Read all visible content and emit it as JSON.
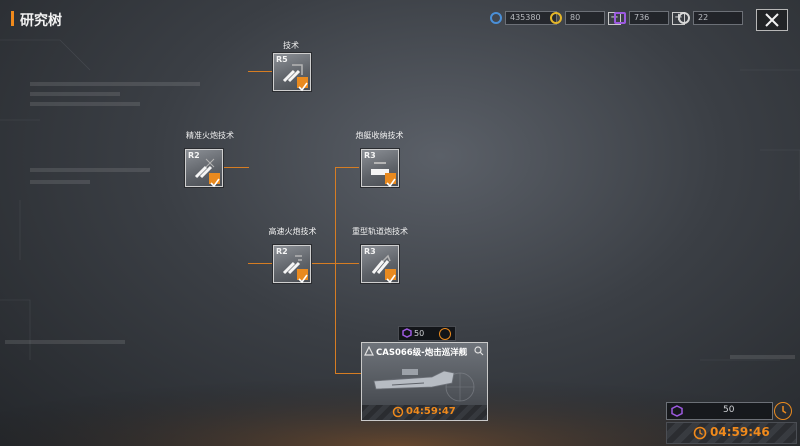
{
  "header": {
    "title": "研究树"
  },
  "resources": [
    {
      "name": "credits",
      "value": "435380",
      "icon": "refresh-coin-icon",
      "color": "#4a8fd8"
    },
    {
      "name": "gold",
      "value": "80",
      "icon": "triangle-coin-icon",
      "color": "#e5b62a"
    },
    {
      "name": "tech-chips",
      "value": "736",
      "icon": "hex-chip-icon",
      "color": "#9d5ae0"
    },
    {
      "name": "rounds",
      "value": "22",
      "icon": "bullet-icon",
      "color": "#d8d8d8"
    }
  ],
  "tree": {
    "nodes": [
      {
        "id": "top",
        "rank": "R5",
        "label": "技术",
        "completed": true
      },
      {
        "id": "precision",
        "rank": "R2",
        "label": "精准火炮技术",
        "completed": true
      },
      {
        "id": "turret",
        "rank": "R3",
        "label": "炮艇收纳技术",
        "completed": true
      },
      {
        "id": "speed",
        "rank": "R2",
        "label": "高速火炮技术",
        "completed": true
      },
      {
        "id": "railgun",
        "rank": "R3",
        "label": "重型轨道炮技术",
        "completed": true
      }
    ],
    "research_card": {
      "cost": "50",
      "name": "CAS066级-炮击巡洋舰",
      "timer": "04:59:47"
    }
  },
  "footer": {
    "cost": "50",
    "timer": "04:59:46"
  },
  "colors": {
    "accent": "#f08a1c",
    "line": "#d67d23"
  }
}
